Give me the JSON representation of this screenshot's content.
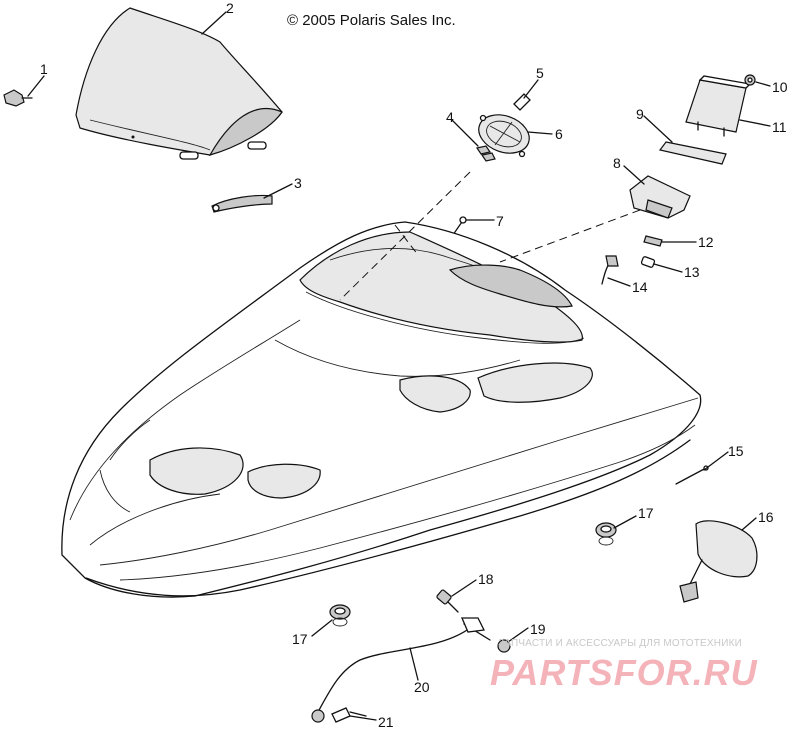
{
  "copyright": "© 2005 Polaris Sales Inc.",
  "callouts": [
    {
      "id": "1",
      "text": "1"
    },
    {
      "id": "2",
      "text": "2"
    },
    {
      "id": "3",
      "text": "3"
    },
    {
      "id": "4",
      "text": "4"
    },
    {
      "id": "5",
      "text": "5"
    },
    {
      "id": "6",
      "text": "6"
    },
    {
      "id": "7",
      "text": "7"
    },
    {
      "id": "8",
      "text": "8"
    },
    {
      "id": "9",
      "text": "9"
    },
    {
      "id": "10",
      "text": "10"
    },
    {
      "id": "11",
      "text": "11"
    },
    {
      "id": "12",
      "text": "12"
    },
    {
      "id": "13",
      "text": "13"
    },
    {
      "id": "14",
      "text": "14"
    },
    {
      "id": "15",
      "text": "15"
    },
    {
      "id": "16",
      "text": "16"
    },
    {
      "id": "17a",
      "text": "17"
    },
    {
      "id": "17b",
      "text": "17"
    },
    {
      "id": "18",
      "text": "18"
    },
    {
      "id": "19",
      "text": "19"
    },
    {
      "id": "20",
      "text": "20"
    },
    {
      "id": "21",
      "text": "21"
    }
  ],
  "watermark": {
    "tagline": "ЗАПЧАСТИ И АКСЕССУАРЫ ДЛЯ МОТОТЕХНИКИ",
    "logo": "PARTSFOR.RU",
    "color": "#f2a0a8"
  }
}
